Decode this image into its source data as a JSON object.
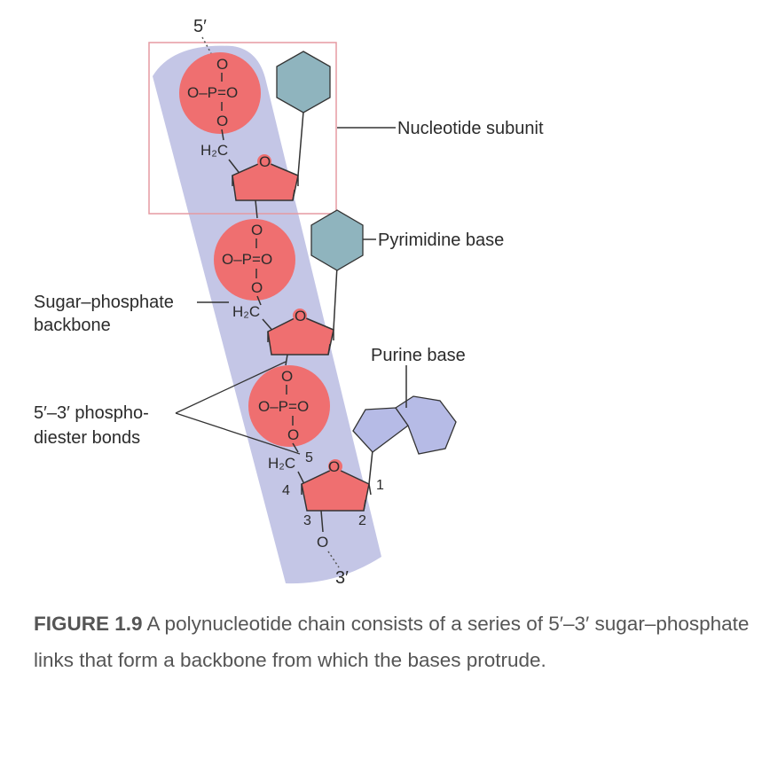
{
  "labels": {
    "five_prime_top": "5′",
    "three_prime_bottom": "3′",
    "nucleotide_subunit": "Nucleotide subunit",
    "pyrimidine_base": "Pyrimidine base",
    "purine_base": "Purine base",
    "sugar_phosphate_line1": "Sugar–phosphate",
    "sugar_phosphate_line2": "backbone",
    "phosphodiester_line1": "5′–3′ phospho-",
    "phosphodiester_line2": "diester bonds"
  },
  "phosphate": {
    "o_top": "O",
    "group": "O–P=O",
    "o_bottom": "O"
  },
  "sugar": {
    "ch2": "H₂C",
    "ring_o": "O",
    "linker_o": "O"
  },
  "carbon_numbers": {
    "c1": "1",
    "c2": "2",
    "c3": "3",
    "c4": "4",
    "c5": "5"
  },
  "caption": {
    "figure_number": "FIGURE 1.9",
    "text": " A polynucleotide chain consists of a series of 5′–3′ sugar–phosphate links that form a backbone from which the bases protrude."
  },
  "colors": {
    "backbone_band": "#c4c6e6",
    "phosphate_circle": "#ef6f70",
    "sugar_pentagon": "#ef6f70",
    "pyrimidine_hexagon": "#8fb4be",
    "purine_rings": "#b6bbe6",
    "subunit_box": "#e59aa2"
  }
}
